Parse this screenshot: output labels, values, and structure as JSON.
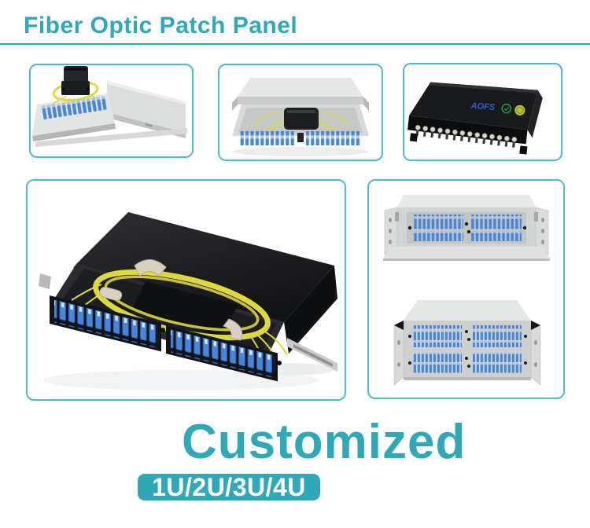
{
  "header": {
    "title": "Fiber Optic Patch Panel"
  },
  "theme": {
    "accent": "#2fa9b7",
    "border": "#4cbccb",
    "blue": "#4a86d8",
    "cap": "#a9c3ee",
    "yellow": "#ddd83e"
  },
  "gallery": {
    "top": [
      {
        "name": "terminal-box-with-cover-image"
      },
      {
        "name": "rack-drawer-open-image"
      },
      {
        "name": "black-terminal-box-image",
        "logo_text": "AOFS"
      }
    ],
    "featured": {
      "name": "1u-sliding-drawer-patch-panel-image"
    },
    "right": [
      {
        "name": "2u-rack-patch-panel-image"
      },
      {
        "name": "4u-rack-patch-panel-image"
      }
    ]
  },
  "footer": {
    "headline": "Customized",
    "badge_label": "1U/2U/3U/4U"
  }
}
